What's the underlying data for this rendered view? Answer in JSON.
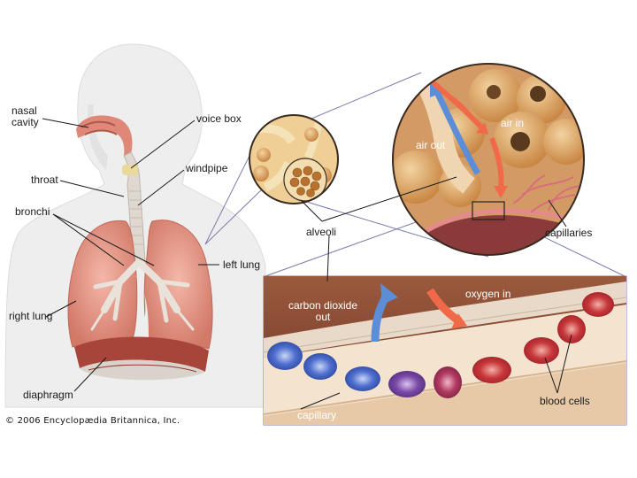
{
  "labels": {
    "nasal_cavity": "nasal\ncavity",
    "throat": "throat",
    "bronchi": "bronchi",
    "right_lung": "right lung",
    "diaphragm": "diaphragm",
    "voice_box": "voice box",
    "windpipe": "windpipe",
    "left_lung": "left lung",
    "alveoli": "alveoli",
    "air_out": "air out",
    "air_in": "air in",
    "capillaries": "capillaries",
    "carbon_dioxide_out": "carbon dioxide\nout",
    "oxygen_in": "oxygen in",
    "capillary": "capillary",
    "blood_cells": "blood cells"
  },
  "credit": "© 2006 Encyclopædia Britannica, Inc.",
  "colors": {
    "body": "#eeeeee",
    "lung": "#e59a8a",
    "lung_dark": "#c8675a",
    "windpipe": "#e7e2dc",
    "diaphragm": "#a8453a",
    "alveoli": "#dca063",
    "blood_bg": "#7d3f2b",
    "vessel_wall": "#e8d9c8",
    "oxygen_arrow": "#f06a4a",
    "co2_arrow": "#5b8ed6",
    "red_cell": "#c8383a",
    "blue_cell": "#4f6fd0",
    "purple_cell": "#7b4aa8"
  }
}
